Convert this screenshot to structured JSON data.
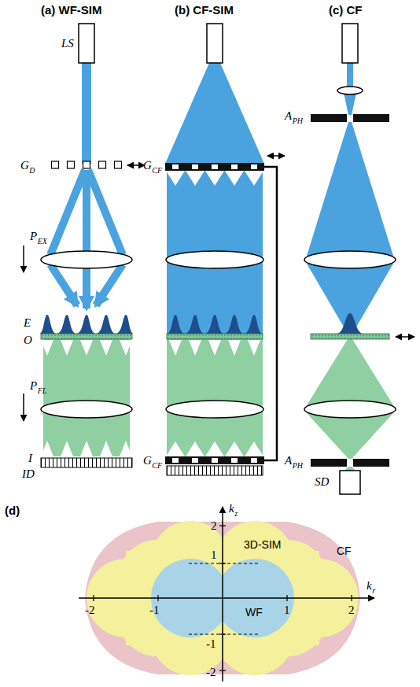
{
  "diagram": {
    "labels": [
      "(a) WF-SIM",
      "(b) CF-SIM",
      "(c) CF",
      "LS",
      "G",
      "D",
      "P",
      "EX",
      "E",
      "O",
      "P",
      "FL",
      "I",
      "ID",
      "G",
      "CF",
      "G",
      "CF",
      "A",
      "PH",
      "A",
      "PH",
      "SD",
      "(d)",
      "k",
      "z",
      "2",
      "1",
      "3D-SIM",
      "CF",
      "k",
      "r",
      "-2",
      "-1",
      "1",
      "2",
      "WF",
      "-1",
      "-2"
    ]
  }
}
